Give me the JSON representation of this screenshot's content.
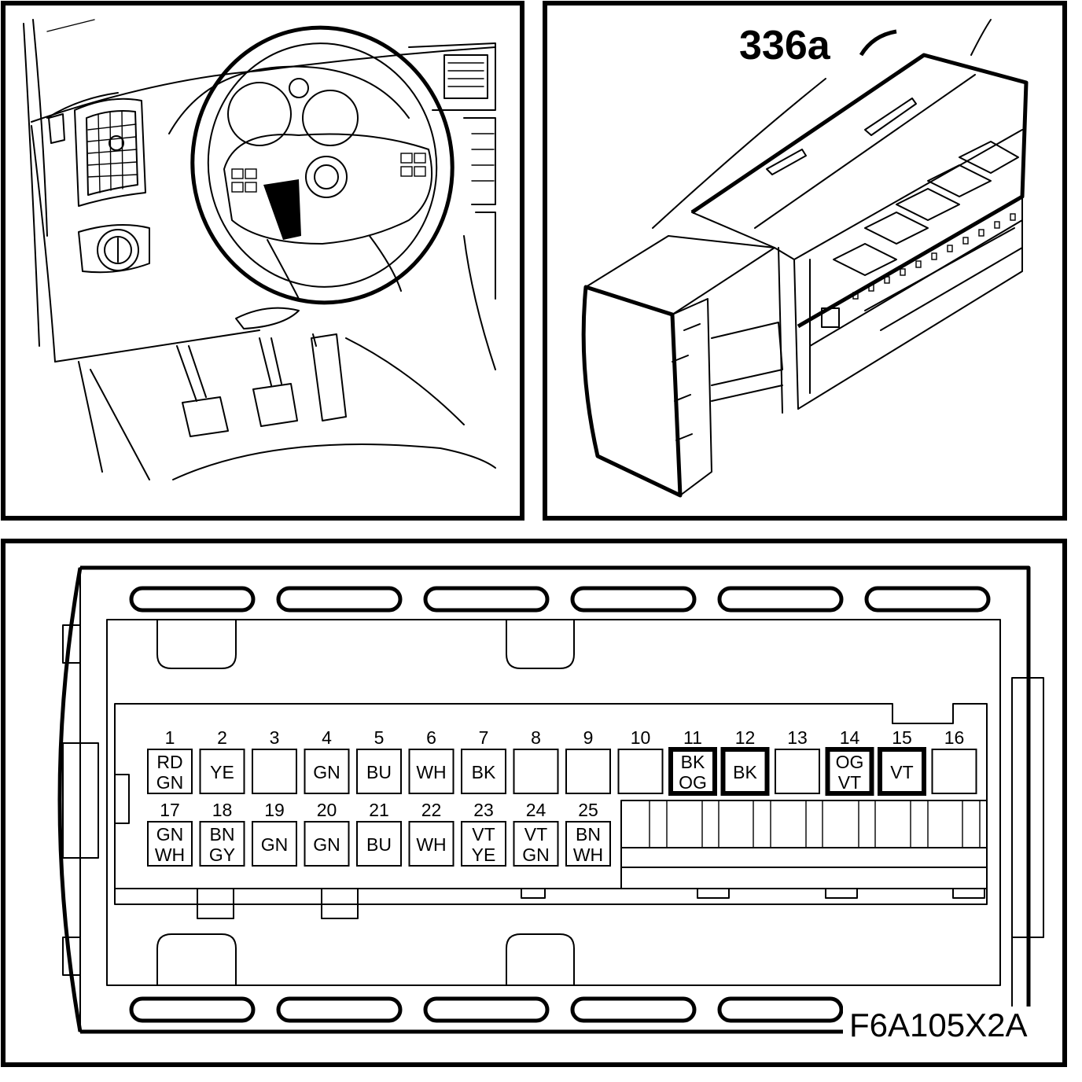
{
  "connector_label": "336a",
  "figure_code": "F6A105X2A",
  "pins_top": [
    {
      "num": "1",
      "l1": "RD",
      "l2": "GN",
      "bold": false
    },
    {
      "num": "2",
      "l1": "YE",
      "l2": "",
      "bold": false
    },
    {
      "num": "3",
      "l1": "",
      "l2": "",
      "bold": false
    },
    {
      "num": "4",
      "l1": "GN",
      "l2": "",
      "bold": false
    },
    {
      "num": "5",
      "l1": "BU",
      "l2": "",
      "bold": false
    },
    {
      "num": "6",
      "l1": "WH",
      "l2": "",
      "bold": false
    },
    {
      "num": "7",
      "l1": "BK",
      "l2": "",
      "bold": false
    },
    {
      "num": "8",
      "l1": "",
      "l2": "",
      "bold": false
    },
    {
      "num": "9",
      "l1": "",
      "l2": "",
      "bold": false
    },
    {
      "num": "10",
      "l1": "",
      "l2": "",
      "bold": false
    },
    {
      "num": "11",
      "l1": "BK",
      "l2": "OG",
      "bold": true
    },
    {
      "num": "12",
      "l1": "BK",
      "l2": "",
      "bold": true
    },
    {
      "num": "13",
      "l1": "",
      "l2": "",
      "bold": false
    },
    {
      "num": "14",
      "l1": "OG",
      "l2": "VT",
      "bold": true
    },
    {
      "num": "15",
      "l1": "VT",
      "l2": "",
      "bold": true
    },
    {
      "num": "16",
      "l1": "",
      "l2": "",
      "bold": false
    }
  ],
  "pins_bottom": [
    {
      "num": "17",
      "l1": "GN",
      "l2": "WH"
    },
    {
      "num": "18",
      "l1": "BN",
      "l2": "GY"
    },
    {
      "num": "19",
      "l1": "GN",
      "l2": ""
    },
    {
      "num": "20",
      "l1": "GN",
      "l2": ""
    },
    {
      "num": "21",
      "l1": "BU",
      "l2": ""
    },
    {
      "num": "22",
      "l1": "WH",
      "l2": ""
    },
    {
      "num": "23",
      "l1": "VT",
      "l2": "YE"
    },
    {
      "num": "24",
      "l1": "VT",
      "l2": "GN"
    },
    {
      "num": "25",
      "l1": "BN",
      "l2": "WH"
    }
  ]
}
